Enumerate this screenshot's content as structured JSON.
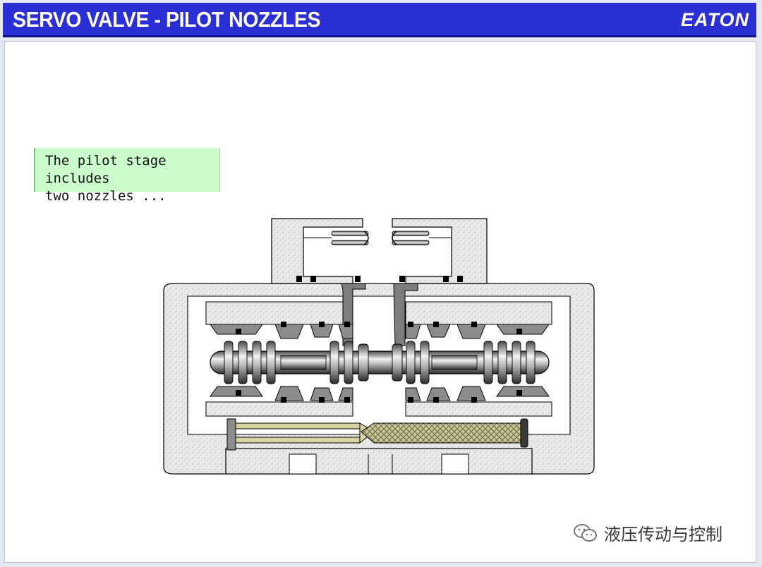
{
  "header": {
    "title": "SERVO VALVE - PILOT NOZZLES",
    "logo_text": "EATON",
    "bg_color": "#2a2fd6"
  },
  "callout": {
    "text": "The pilot stage includes\ntwo nozzles ...",
    "bg_color": "#ccfccc"
  },
  "watermark": {
    "icon": "wechat-icon",
    "text": "液压传动与控制"
  },
  "diagram": {
    "subject": "servo valve cross-section with two pilot nozzles"
  }
}
